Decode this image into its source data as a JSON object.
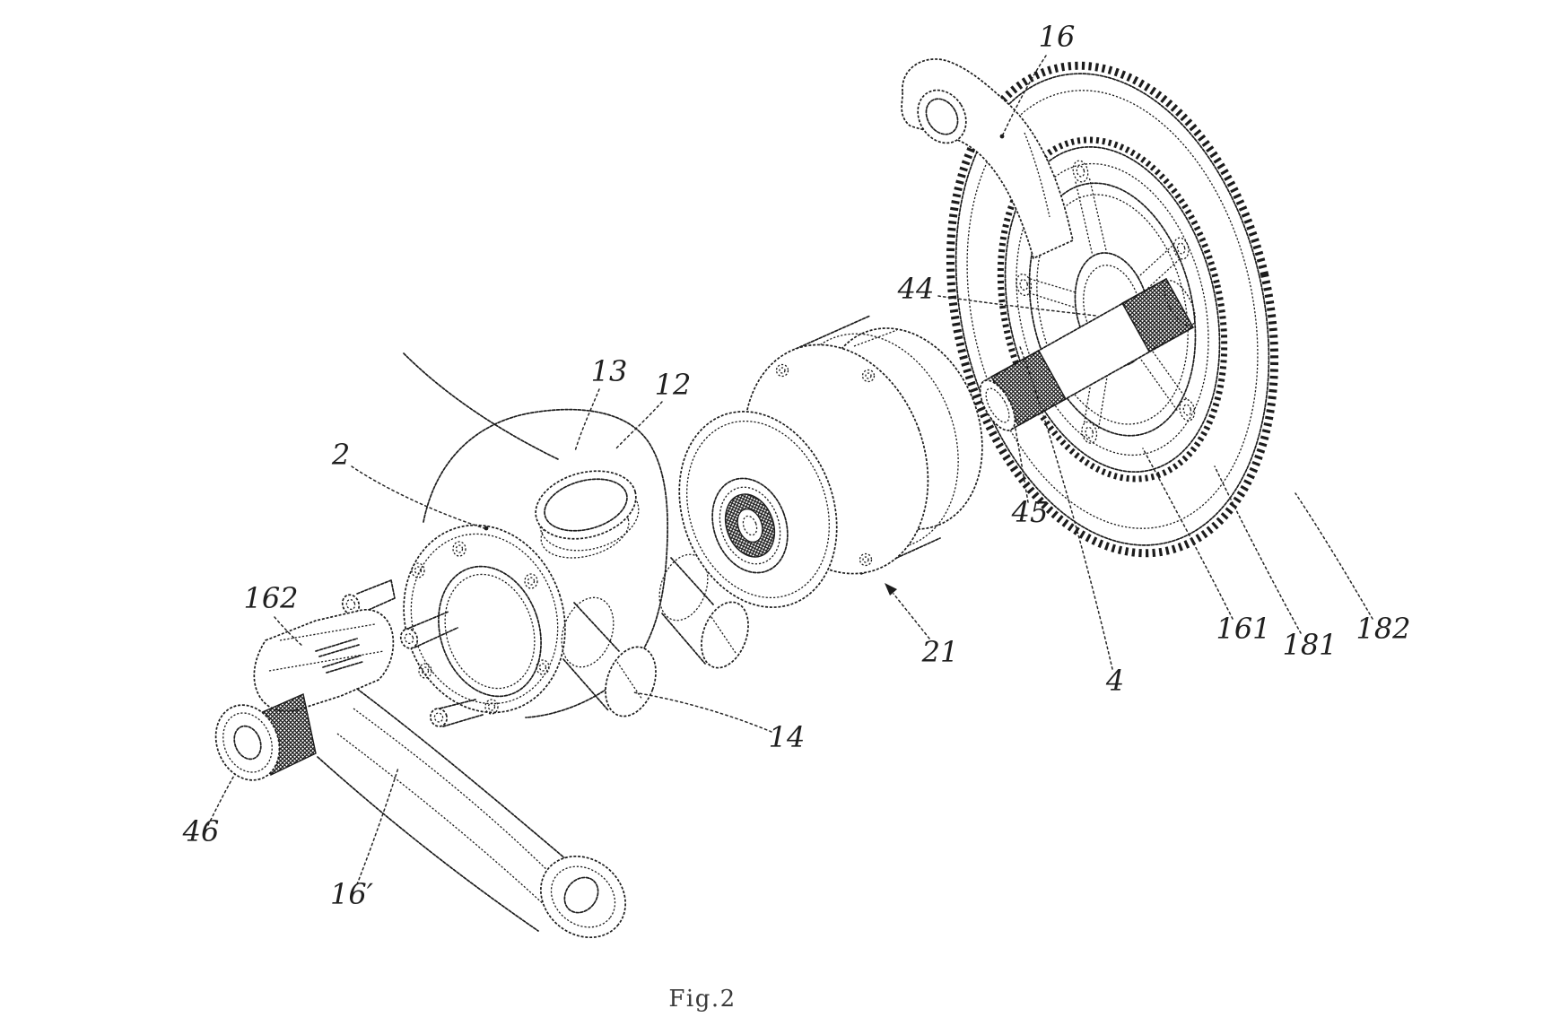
{
  "figure": {
    "caption": "Fig.2"
  },
  "colors": {
    "ink": "#1c1c1c",
    "paper": "#ffffff"
  },
  "labels": [
    {
      "text": "16"
    },
    {
      "text": "13"
    },
    {
      "text": "12"
    },
    {
      "text": "2"
    },
    {
      "text": "44"
    },
    {
      "text": "45"
    },
    {
      "text": "162"
    },
    {
      "text": "46"
    },
    {
      "text": "16′"
    },
    {
      "text": "14"
    },
    {
      "text": "21"
    },
    {
      "text": "4"
    },
    {
      "text": "161"
    },
    {
      "text": "181"
    },
    {
      "text": "182"
    }
  ]
}
